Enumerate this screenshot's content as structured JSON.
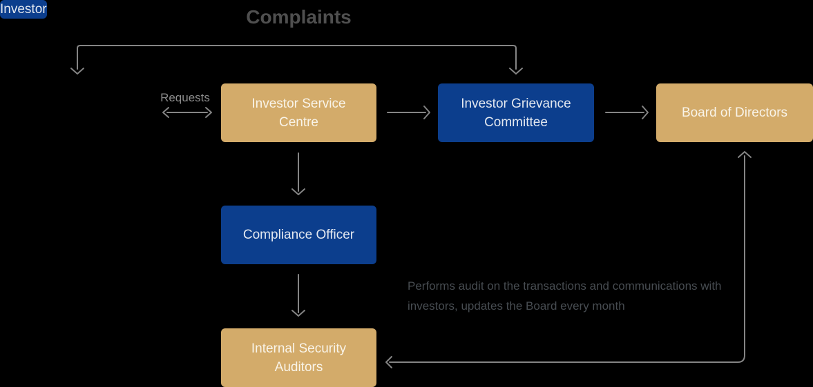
{
  "title": "Complaints",
  "palette": {
    "background": "#000000",
    "box_blue": "#0c3e8d",
    "box_tan": "#d3ab6a",
    "box_text_on_blue": "#e3e8f0",
    "box_text_on_tan": "#f9f4e9",
    "connector_gray": "#858585",
    "title_gray": "#4f4f4f",
    "note_gray": "#474c51",
    "requests_label_gray": "#8c8c8c"
  },
  "nodes": {
    "investor": {
      "label": "Investor",
      "color": "#0c3e8d"
    },
    "service_centre": {
      "label": "Investor Service\nCentre",
      "color": "#d3ab6a"
    },
    "grievance_committee": {
      "label": "Investor Grievance\nCommittee",
      "color": "#0c3e8d"
    },
    "board": {
      "label": "Board of Directors",
      "color": "#d3ab6a"
    },
    "compliance_officer": {
      "label": "Compliance Officer",
      "color": "#0c3e8d"
    },
    "internal_auditors": {
      "label": "Internal Security\nAuditors",
      "color": "#d3ab6a"
    }
  },
  "edge_labels": {
    "requests": "Requests"
  },
  "note": "Performs audit on the transactions and communications with investors, updates the Board every month"
}
